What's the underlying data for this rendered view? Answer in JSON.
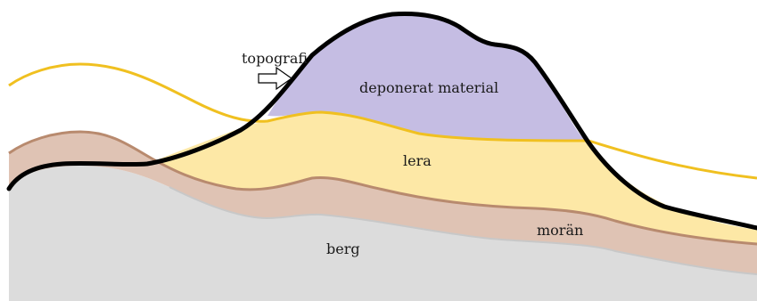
{
  "labels": {
    "topography": "topografi",
    "deposited_material": "deponerat material",
    "clay": "lera",
    "moraine": "morän",
    "bedrock": "berg"
  },
  "icons": {
    "pointer": "arrow-right-icon"
  },
  "colors": {
    "background": "#ffffff",
    "bedrock": "#dcdcdc",
    "moraine": "#dfc3b4",
    "moraine_line": "#b88a6e",
    "clay": "#fde8a6",
    "clay_line": "#f0c020",
    "deposited_material": "#c5bde3",
    "topography_line": "#000000"
  }
}
